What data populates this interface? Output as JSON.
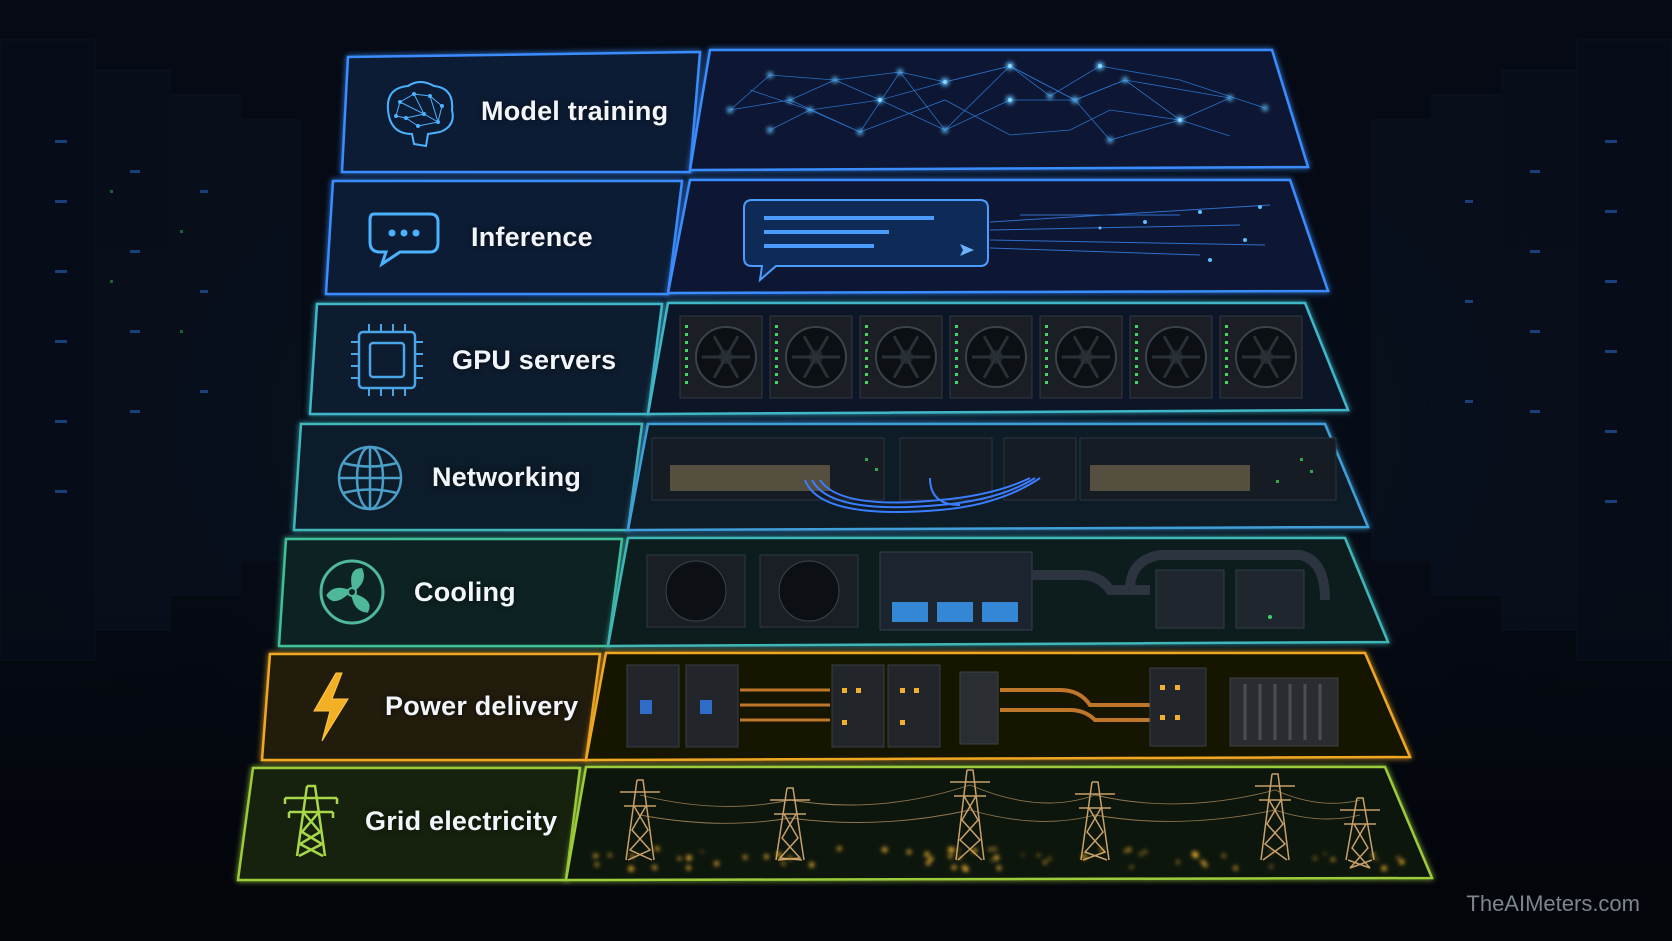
{
  "layers": [
    {
      "label": "Model training",
      "icon": "brain-network-icon",
      "color": "#3a8dff"
    },
    {
      "label": "Inference",
      "icon": "chat-bubble-icon",
      "color": "#3a8dff"
    },
    {
      "label": "GPU servers",
      "icon": "chip-icon",
      "color": "#3fb6c8"
    },
    {
      "label": "Networking",
      "icon": "globe-icon",
      "color": "#3fb6b8"
    },
    {
      "label": "Cooling",
      "icon": "fan-icon",
      "color": "#3fbf98"
    },
    {
      "label": "Power delivery",
      "icon": "lightning-icon",
      "color": "#f0a824"
    },
    {
      "label": "Grid electricity",
      "icon": "transmission-tower-icon",
      "color": "#9ccc3a"
    }
  ],
  "watermark": "TheAIMeters.com"
}
